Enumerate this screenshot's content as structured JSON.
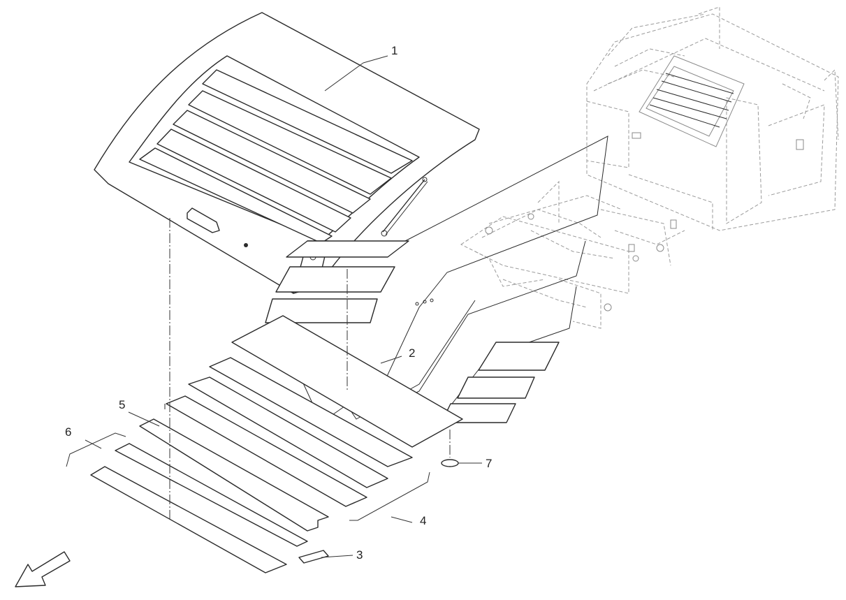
{
  "callouts": [
    {
      "id": "c1",
      "label": "1"
    },
    {
      "id": "c2",
      "label": "2"
    },
    {
      "id": "c3",
      "label": "3"
    },
    {
      "id": "c4",
      "label": "4"
    },
    {
      "id": "c5",
      "label": "5"
    },
    {
      "id": "c6",
      "label": "6"
    },
    {
      "id": "c7",
      "label": "7"
    }
  ],
  "colors": {
    "line": "#2a2a2a",
    "ghost": "#9a9a9a",
    "background": "#ffffff"
  },
  "icons": {
    "direction": "front-direction-arrow-icon"
  }
}
